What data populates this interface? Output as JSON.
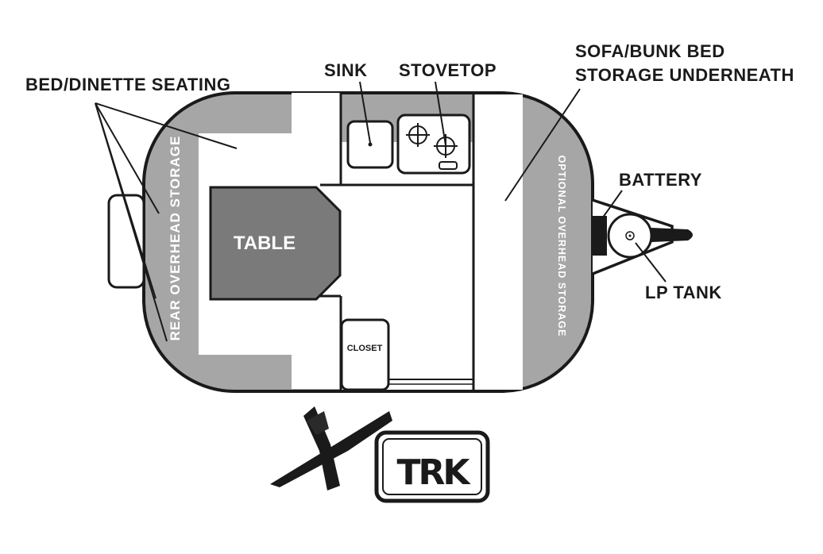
{
  "labels": {
    "bed_dinette": "BED/DINETTE SEATING",
    "sink": "SINK",
    "stovetop": "STOVETOP",
    "sofa_line1": "SOFA/BUNK BED",
    "sofa_line2": "STORAGE UNDERNEATH",
    "battery": "BATTERY",
    "lp_tank": "LP TANK",
    "table": "TABLE",
    "closet": "CLOSET",
    "rear_storage": "REAR OVERHEAD STORAGE",
    "optional_storage": "OPTIONAL OVERHEAD STORAGE"
  },
  "logo": {
    "text": "TRK"
  },
  "colors": {
    "outline": "#1a1a1a",
    "storage_gray": "#a6a6a6",
    "table_gray": "#7a7a7a",
    "floor": "#ffffff"
  }
}
